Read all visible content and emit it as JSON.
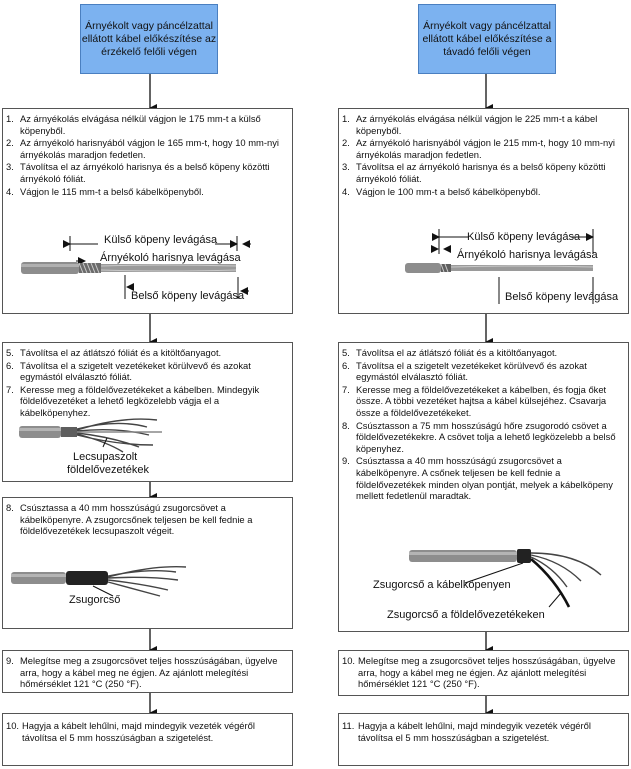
{
  "left": {
    "header": "Árnyékolt vagy páncélzattal ellátott kábel előkészítése az érzékelő felőli végen",
    "box1": [
      {
        "n": "1.",
        "t": "Az árnyékolás elvágása nélkül vágjon le 175 mm-t a külső köpenyből."
      },
      {
        "n": "2.",
        "t": "Az árnyékoló harisnyából vágjon le 165 mm-t, hogy 10 mm-nyi árnyékolás maradjon fedetlen."
      },
      {
        "n": "3.",
        "t": "Távolítsa el az árnyékoló harisnya és a belső köpeny közötti árnyékoló fóliát."
      },
      {
        "n": "4.",
        "t": "Vágjon le 115 mm-t a belső kábelköpenyből."
      }
    ],
    "labels1": [
      "Külső köpeny levágása",
      "Árnyékoló harisnya levágása",
      "Belső köpeny levágása"
    ],
    "box2": [
      {
        "n": "5.",
        "t": "Távolítsa el az átlátszó fóliát és a kitöltőanyagot."
      },
      {
        "n": "6.",
        "t": "Távolítsa el a szigetelt vezetékeket körülvevő és azokat egymástól elválasztó fóliát."
      },
      {
        "n": "7.",
        "t": "Keresse meg a földelővezetékeket a kábelben. Mindegyik földelővezetéket a lehető legközelebb vágja el a kábelköpenyhez."
      }
    ],
    "labels2": [
      "Lecsupaszolt",
      "földelővezetékek"
    ],
    "box3": [
      {
        "n": "8.",
        "t": "Csúsztassa a 40 mm hosszúságú zsugorcsövet a kábelköpenyre. A zsugorcsőnek teljesen be kell fednie a földelővezetékek lecsupaszolt végeit."
      }
    ],
    "labels3": [
      "Zsugorcső"
    ],
    "box4": [
      {
        "n": "9.",
        "t": "Melegítse meg a zsugorcsövet teljes hosszúságában, ügyelve arra, hogy a kábel meg ne égjen. Az ajánlott melegítési hőmérséklet 121 °C (250 °F)."
      }
    ],
    "box5": [
      {
        "n": "10.",
        "t": "Hagyja a kábelt lehűlni, majd mindegyik vezeték végéről távolítsa el 5 mm hosszúságban a szigetelést."
      }
    ]
  },
  "right": {
    "header": "Árnyékolt vagy páncélzattal ellátott kábel előkészítése a távadó felőli végen",
    "box1": [
      {
        "n": "1.",
        "t": "Az árnyékolás elvágása nélkül vágjon le 225 mm-t a kábel köpenyből."
      },
      {
        "n": "2.",
        "t": "Az árnyékoló harisnyából vágjon le 215 mm-t, hogy 10 mm-nyi árnyékolás maradjon fedetlen."
      },
      {
        "n": "3.",
        "t": "Távolítsa el az árnyékoló harisnya és a belső köpeny közötti árnyékoló fóliát."
      },
      {
        "n": "4.",
        "t": "Vágjon le 100 mm-t a belső kábelköpenyből."
      }
    ],
    "labels1": [
      "Külső köpeny levágása",
      "Árnyékoló harisnya levágása",
      "Belső köpeny levágása"
    ],
    "box2": [
      {
        "n": "5.",
        "t": "Távolítsa el az átlátszó fóliát és a kitöltőanyagot."
      },
      {
        "n": "6.",
        "t": "Távolítsa el a szigetelt vezetékeket körülvevő és azokat egymástól elválasztó fóliát."
      },
      {
        "n": "7.",
        "t": "Keresse meg a földelővezetékeket a kábelben, és fogja őket össze. A többi vezetéket hajtsa a kábel külsejéhez. Csavarja össze a földelővezetékeket."
      },
      {
        "n": "8.",
        "t": "Csúsztasson a 75 mm hosszúságú hőre zsugorodó csövet a földelővezetékekre. A csövet tolja a lehető legközelebb a belső köpenyhez."
      },
      {
        "n": "9.",
        "t": "Csúsztassa a 40 mm hosszúságú zsugorcsövet a kábelköpenyre. A csőnek teljesen be kell fednie a földelővezetékek minden olyan pontját, melyek a kábelköpeny mellett fedetlenül maradtak."
      }
    ],
    "labels2": [
      "Zsugorcső a kábelköpenyen",
      "Zsugorcső a földelővezetékeken"
    ],
    "box3": [
      {
        "n": "10.",
        "t": "Melegítse meg a zsugorcsövet teljes hosszúságában, ügyelve arra, hogy a kábel meg ne égjen. Az ajánlott melegítési hőmérséklet 121 °C (250 °F)."
      }
    ],
    "box4": [
      {
        "n": "11.",
        "t": "Hagyja a kábelt lehűlni, majd mindegyik vezeték végéről távolítsa el 5 mm hosszúságban a szigetelést."
      }
    ]
  }
}
